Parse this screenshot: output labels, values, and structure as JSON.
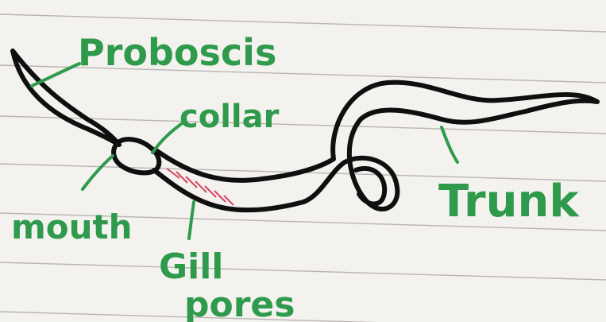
{
  "diagram": {
    "labels": {
      "proboscis": "Proboscis",
      "collar": "collar",
      "mouth": "mouth",
      "gill_line1": "Gill",
      "gill_line2": "pores",
      "trunk": "Trunk"
    },
    "colors": {
      "paper": "#f3f2ef",
      "ruled_line": "#b9b4b2",
      "worm_outline": "#0f0f0f",
      "label_green": "#2f9a4c",
      "gill_red": "#d6475c"
    }
  }
}
